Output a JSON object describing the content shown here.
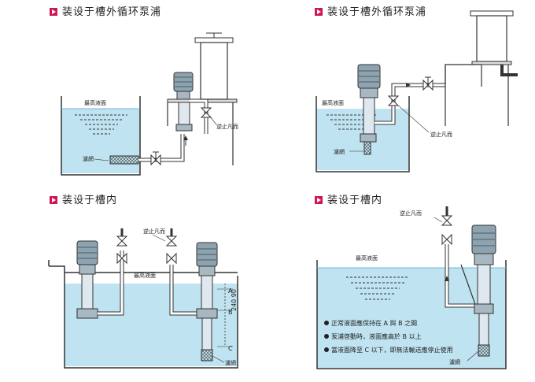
{
  "panels": [
    {
      "title": "装设于槽外循环泵浦",
      "labels": {
        "max_level": "最高液面",
        "strainer": "濾網",
        "check_valve": "逆止凡而"
      }
    },
    {
      "title": "装设于槽外循环泵浦",
      "labels": {
        "max_level": "最高液面",
        "strainer": "濾網",
        "check_valve": "逆止凡而"
      }
    },
    {
      "title": "装设于槽内",
      "labels": {
        "max_level": "最高液面",
        "strainer": "濾網",
        "check_valve": "逆止凡而",
        "dim": "240 90",
        "point_a": "A",
        "point_b": "B",
        "point_c": "C"
      }
    },
    {
      "title": "装设于槽内",
      "labels": {
        "max_level": "最高液面",
        "strainer": "濾網",
        "check_valve": "逆止凡而"
      },
      "notes": [
        "正常液面應保持在 A 與 B 之間",
        "泵浦啓動時，液面應高於 B 以上",
        "當液面降至 C 以下，即無法輸送應停止使用"
      ]
    }
  ],
  "colors": {
    "water": "#bfe3f0",
    "water_surface": "#9fd3e6",
    "line": "#333333",
    "accent": "#d0145a"
  }
}
